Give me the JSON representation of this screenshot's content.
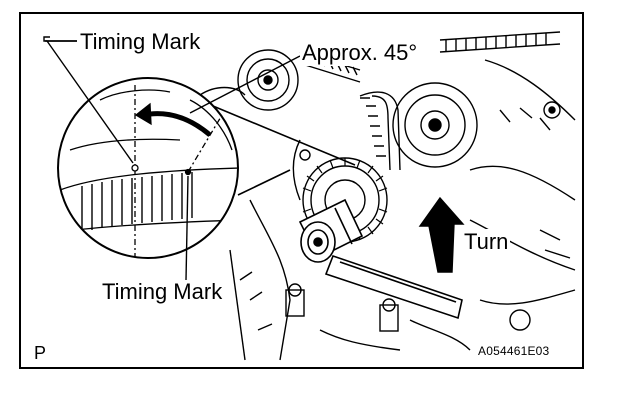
{
  "labels": {
    "timing_mark_top": "Timing Mark",
    "approx_angle": "Approx. 45°",
    "timing_mark_bottom": "Timing Mark",
    "turn": "Turn",
    "view_letter": "P",
    "figure_code": "A054461E03"
  },
  "colors": {
    "ink": "#000000",
    "paper": "#ffffff"
  }
}
